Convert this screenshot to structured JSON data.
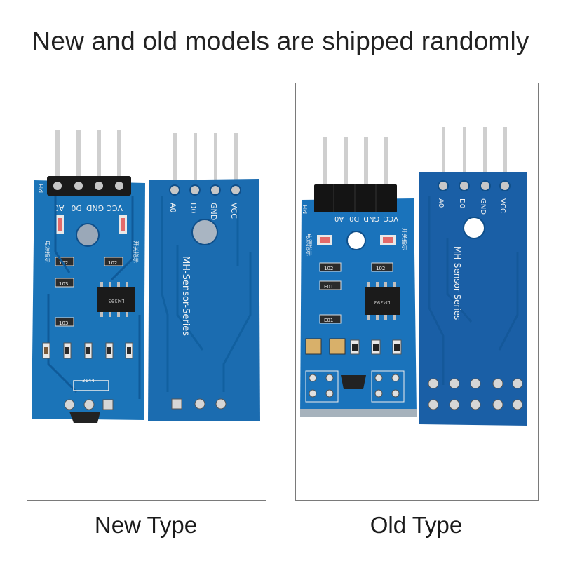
{
  "headline": "New and old models are shipped randomly",
  "panels": [
    {
      "caption": "New Type",
      "front_pins": [
        "A0",
        "D0",
        "GND",
        "VCC"
      ],
      "back_pins": [
        "A0",
        "D0",
        "GND",
        "VCC"
      ],
      "front_markings": {
        "mh": "MH",
        "power_label": "电源指示",
        "switch_label": "开关指示",
        "chip_label": "LM393",
        "sensor_label": "3144",
        "r1": "102",
        "r2": "102",
        "r3": "103",
        "r4": "103",
        "plus": "+"
      },
      "back_series": "MH-Sensor-Series"
    },
    {
      "caption": "Old Type",
      "front_pins": [
        "A0",
        "D0",
        "GND",
        "VCC"
      ],
      "back_pins": [
        "A0",
        "D0",
        "GND",
        "VCC"
      ],
      "front_markings": {
        "mh": "MH",
        "power_label": "电源指示",
        "switch_label": "开关指示",
        "chip_label": "LM393",
        "r1": "102",
        "r2": "102",
        "r3": "E01",
        "r4": "E01",
        "plus": "+"
      },
      "back_series": "MH-Sensor-Series"
    }
  ],
  "colors": {
    "pcb": "#1b74b8",
    "pcb_dark": "#0f4f8a",
    "back_pcb": "#1a5fa6",
    "pin": "#c9c9c9",
    "header": "#1a1a1a"
  }
}
